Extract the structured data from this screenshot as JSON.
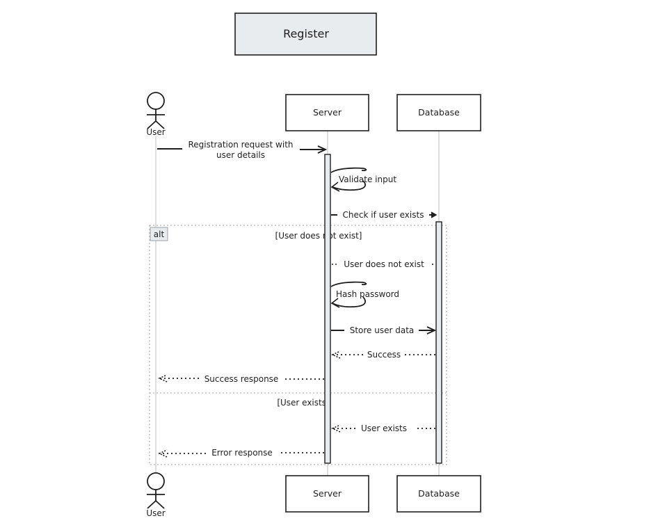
{
  "title": "Register",
  "participants": {
    "user": "User",
    "server": "Server",
    "database": "Database"
  },
  "messages": {
    "m1_line1": "Registration request with",
    "m1_line2": "user details",
    "m2": "Validate input",
    "m3": "Check if user exists",
    "m4": "User does not exist",
    "m5": "Hash password",
    "m6": "Store user data",
    "m7": "Success",
    "m8": "Success response",
    "m9": "User exists",
    "m10": "Error response"
  },
  "fragment": {
    "operator": "alt",
    "guard1": "[User does not exist]",
    "guard2": "[User exists]"
  },
  "colors": {
    "stroke": "#1e1e1e",
    "lifeline": "#c8c8c8",
    "title_fill": "#e9ecef",
    "activation_fill": "#e9ecef",
    "fragment_border": "#b4b4b4"
  }
}
